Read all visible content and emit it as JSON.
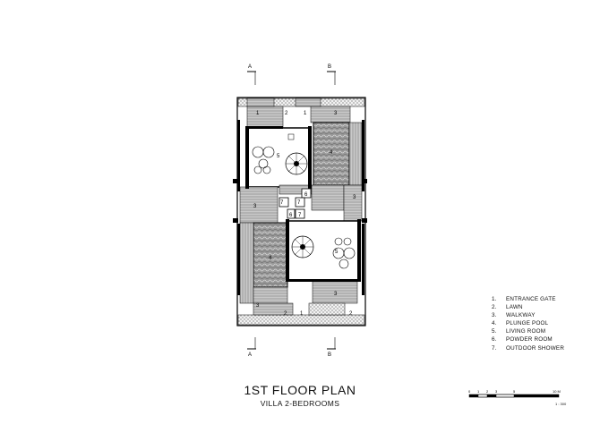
{
  "drawing": {
    "title": "1ST FLOOR PLAN",
    "subtitle": "VILLA 2-BEDROOMS"
  },
  "section_markers": {
    "a": "A",
    "b": "B"
  },
  "legend": [
    {
      "num": "1.",
      "label": "ENTRANCE GATE"
    },
    {
      "num": "2.",
      "label": "LAWN"
    },
    {
      "num": "3.",
      "label": "WALKWAY"
    },
    {
      "num": "4.",
      "label": "PLUNGE POOL"
    },
    {
      "num": "5.",
      "label": "LIVING ROOM"
    },
    {
      "num": "6.",
      "label": "POWDER ROOM"
    },
    {
      "num": "7.",
      "label": "OUTDOOR SHOWER"
    }
  ],
  "room_tags": {
    "one": "1",
    "two": "2",
    "three": "3",
    "four": "4",
    "five": "5",
    "six": "6",
    "seven": "7"
  },
  "scale_bar": {
    "ticks": [
      "0",
      "1",
      "2",
      "3",
      "5",
      "10 M"
    ],
    "ratio": "1 : 300"
  },
  "colors": {
    "ink": "#111111",
    "wall": "#000000",
    "wood": "#b9b9b9",
    "pool": "#8e8e8e",
    "lawn": "#d2d2d2"
  }
}
